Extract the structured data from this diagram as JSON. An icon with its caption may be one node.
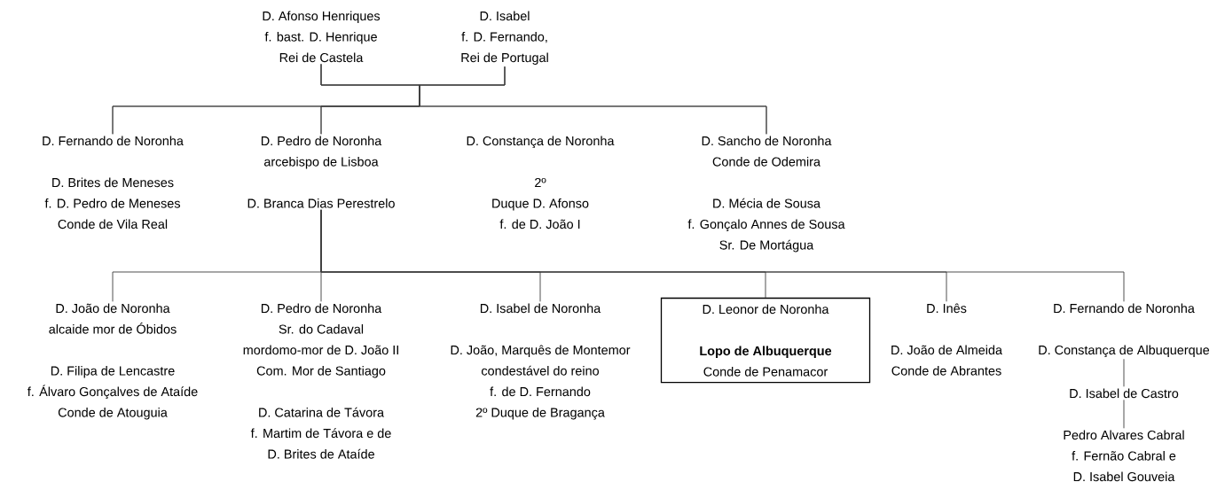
{
  "diagram": {
    "nodes": [
      {
        "text": [
          "D. Afonso Henriques f. bast. D. Henrique Rei de Castela"
        ]
      },
      {
        "text": [
          "D. Isabel f. D. Fernando, Rei de Portugal"
        ]
      },
      {
        "text": [
          "D. Fernando de Noronha",
          "D. Brites de Meneses f. D. Pedro de Meneses Conde de Vila Real"
        ]
      },
      {
        "text": [
          "D. Pedro de Noronha arcebispo de Lisboa",
          "D. Branca Dias Perestrelo"
        ]
      },
      {
        "text": [
          "D. Constança de Noronha",
          "2º Duque D. Afonso f. de D. João I"
        ]
      },
      {
        "text": [
          "D. Sancho de Noronha Conde de Odemira",
          "D. Mécia de Sousa f. Gonçalo Annes de Sousa Sr. De Mortágua"
        ]
      },
      {
        "text": [
          "D. João de Noronha alcaide mor de Óbidos",
          "D. Filipa de Lencastre f. Álvaro Gonçalves de Ataíde Conde de Atouguia"
        ]
      },
      {
        "text": [
          "D. Pedro de Noronha Sr. do Cadaval mordomo-mor de D. João II Com. Mor de Santiago",
          "D. Catarina de Távora f. Martim de Távora e de D. Brites de Ataíde"
        ]
      },
      {
        "text": [
          "D. Isabel de Noronha",
          "D. João, Marquês de Montemor condestável do reino f. de D. Fernando 2º Duque de Bragança"
        ]
      },
      {
        "text": [
          "D. Leonor de Noronha",
          "**Lopo de Albuquerque** Conde de Penamacor"
        ]
      },
      {
        "text": [
          "D. Inês",
          "D. João de Almeida Conde de Abrantes"
        ]
      },
      {
        "text": [
          "D. Fernando de Noronha",
          "D. Constança de Albuquerque"
        ]
      },
      {
        "text": [
          "D. Isabel de Castro"
        ]
      },
      {
        "text": [
          "Pedro Alvares Cabral f. Fernão Cabral e D. Isabel Gouveia"
        ]
      }
    ],
    "edges": [
      {
        "from": 0,
        "to": 2,
        "arrow": "none"
      },
      {
        "from": 0,
        "to": 3,
        "arrow": "none"
      },
      {
        "from": 0,
        "to": 5,
        "arrow": "none"
      },
      {
        "from": 1,
        "to": 2,
        "arrow": "none"
      },
      {
        "from": 1,
        "to": 3,
        "arrow": "none"
      },
      {
        "from": 1,
        "to": 5,
        "arrow": "none"
      },
      {
        "from": 3,
        "to": 6,
        "arrow": "none"
      },
      {
        "from": 3,
        "to": 7,
        "arrow": "none"
      },
      {
        "from": 3,
        "to": 8,
        "arrow": "none"
      },
      {
        "from": 3,
        "to": 9,
        "arrow": "none"
      },
      {
        "from": 3,
        "to": 10,
        "arrow": "none"
      },
      {
        "from": 3,
        "to": 11,
        "arrow": "none"
      },
      {
        "from": 11,
        "to": 12,
        "arrow": "none"
      },
      {
        "from": 12,
        "to": 13,
        "arrow": "none"
      }
    ]
  }
}
